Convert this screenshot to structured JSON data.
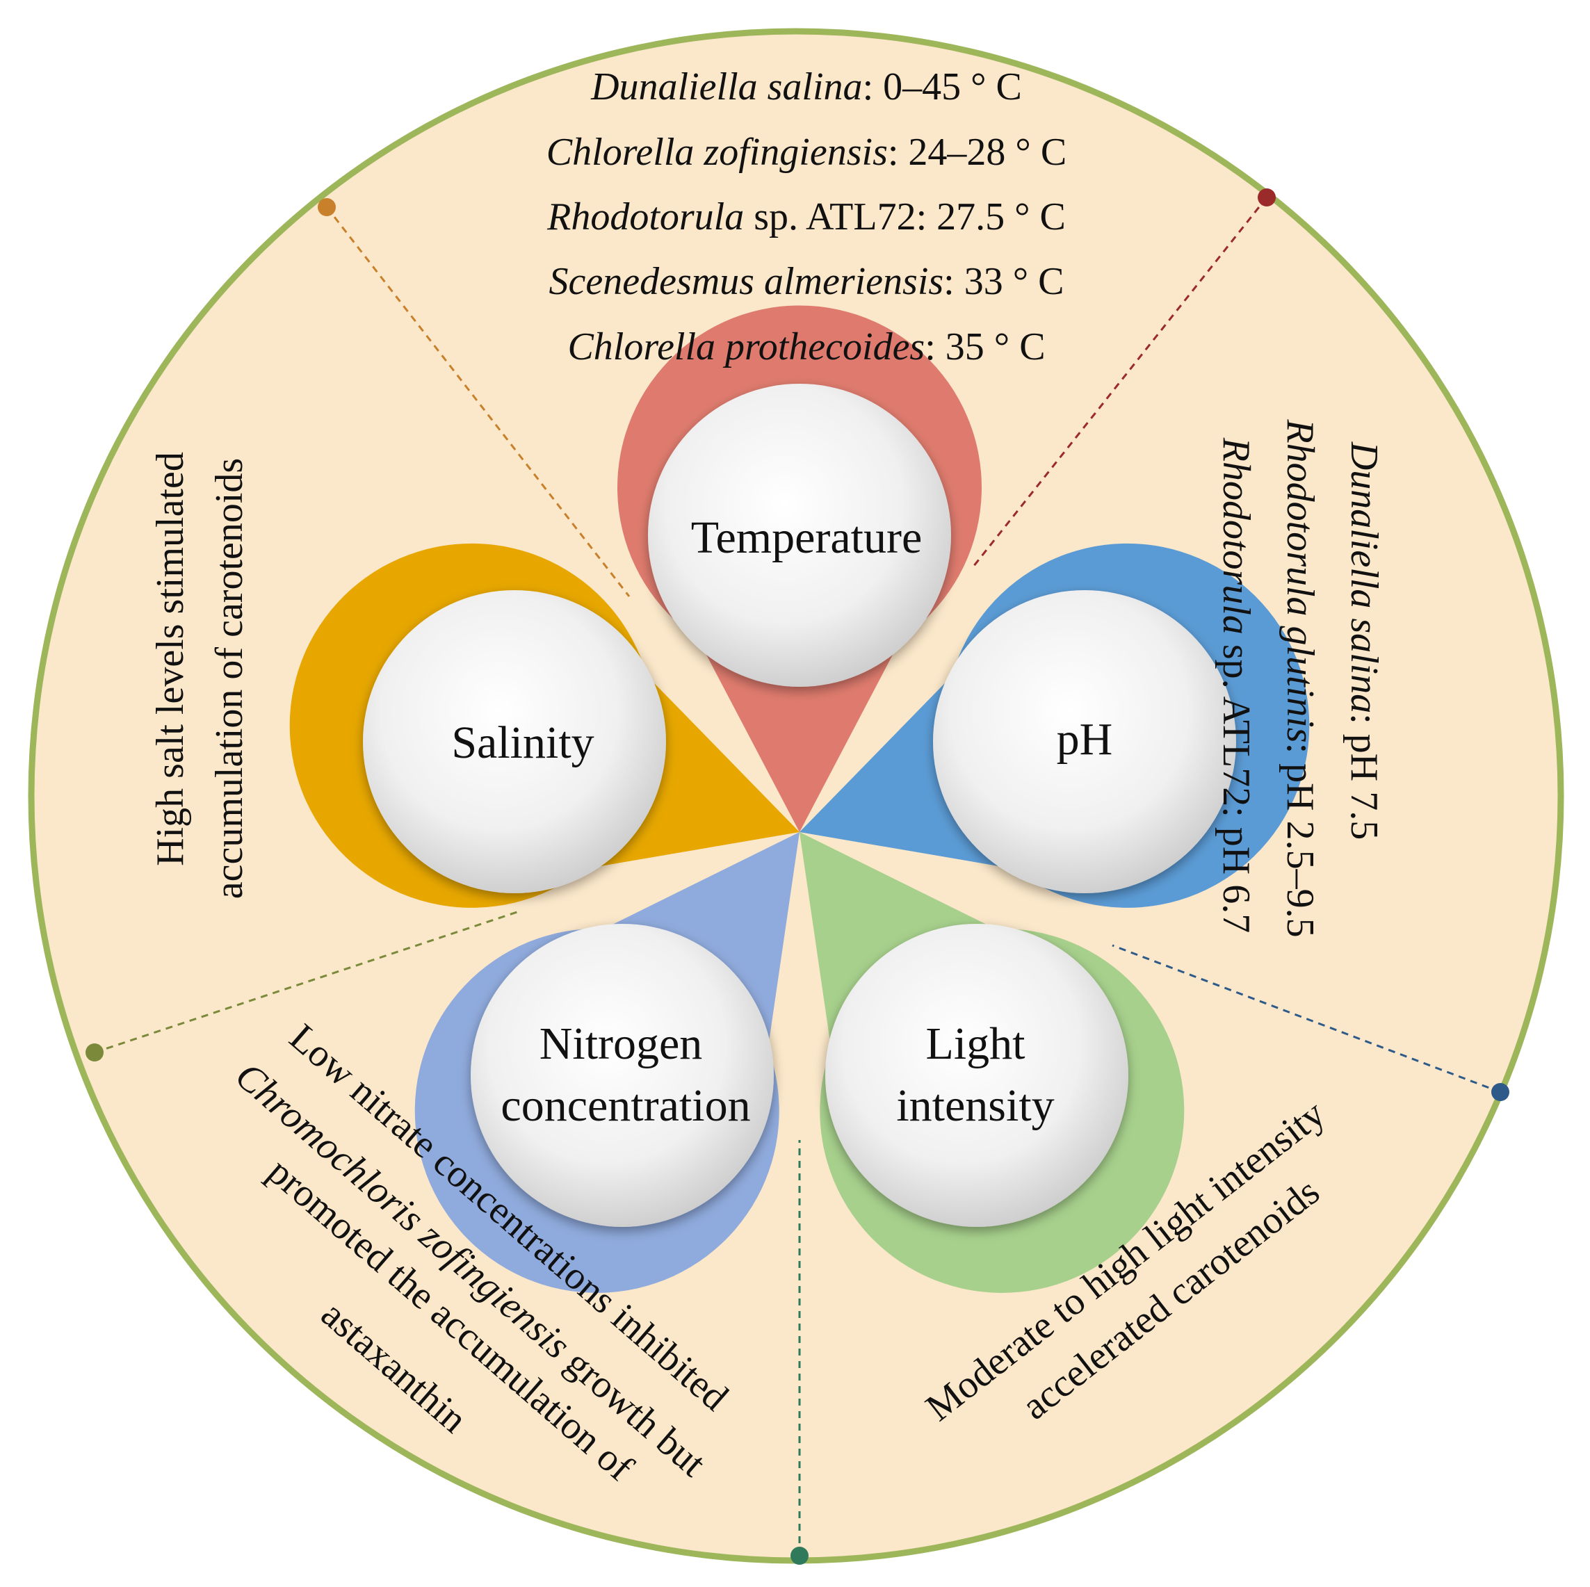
{
  "colors": {
    "background_disc": "#fbe7c9",
    "disc_border": "#9db65a",
    "temperature": "#de7b6e",
    "ph": "#5b9bd5",
    "light": "#a7d08c",
    "nitrogen": "#8faadc",
    "salinity": "#e7a700",
    "inner_disc": "#f2f2f2"
  },
  "factors": {
    "temperature": {
      "label": "Temperature"
    },
    "ph": {
      "label": "pH"
    },
    "light": {
      "line1": "Light",
      "line2": "intensity"
    },
    "nitrogen": {
      "line1": "Nitrogen",
      "line2": "concentration"
    },
    "salinity": {
      "label": "Salinity"
    }
  },
  "temperature_notes": [
    {
      "species": "Dunaliella salina",
      "value": ": 0–45 ° C"
    },
    {
      "species": "Chlorella zofingiensis",
      "value": ": 24–28 ° C"
    },
    {
      "species": "Rhodotorula",
      "value": " sp. ATL72: 27.5 ° C"
    },
    {
      "species": "Scenedesmus almeriensis",
      "value": ": 33 ° C"
    },
    {
      "species": "Chlorella prothecoides",
      "value": ": 35 ° C"
    }
  ],
  "ph_notes": [
    {
      "species": "Dunaliella salina",
      "value": ": pH 7.5"
    },
    {
      "species": "Rhodotorula glutinis",
      "value": ": pH 2.5–9.5"
    },
    {
      "species": "Rhodotorula",
      "value": " sp. ATL72: pH 6.7"
    }
  ],
  "salinity_notes": {
    "line1": "High salt levels stimulated",
    "line2": "accumulation of carotenoids"
  },
  "light_notes": {
    "line1": "Moderate to high light intensity",
    "line2": "accelerated carotenoids"
  },
  "nitrogen_notes": {
    "line1": "Low nitrate concentrations inhibited",
    "line2_species": "Chromochloris zofingiensis",
    "line2_rest": " growth but",
    "line3": "promoted the accumulation of",
    "line4": "astaxanthin"
  }
}
